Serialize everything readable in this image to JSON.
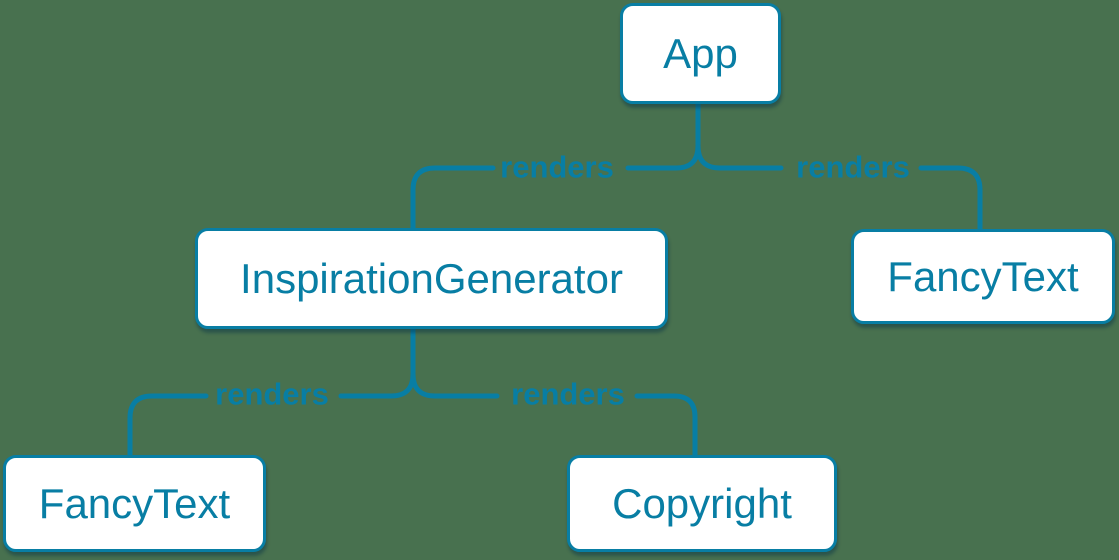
{
  "diagram": {
    "colors": {
      "background": "#48714F",
      "accent": "#087EA4",
      "node_fill": "#FFFFFF"
    },
    "nodes": [
      {
        "id": "app",
        "label": "App"
      },
      {
        "id": "inspiration-generator",
        "label": "InspirationGenerator"
      },
      {
        "id": "fancy-text-top",
        "label": "FancyText"
      },
      {
        "id": "fancy-text-bottom",
        "label": "FancyText"
      },
      {
        "id": "copyright",
        "label": "Copyright"
      }
    ],
    "edges": [
      {
        "from": "App",
        "to": "InspirationGenerator",
        "label": "renders"
      },
      {
        "from": "App",
        "to": "FancyText",
        "label": "renders"
      },
      {
        "from": "InspirationGenerator",
        "to": "FancyText",
        "label": "renders"
      },
      {
        "from": "InspirationGenerator",
        "to": "Copyright",
        "label": "renders"
      }
    ]
  }
}
